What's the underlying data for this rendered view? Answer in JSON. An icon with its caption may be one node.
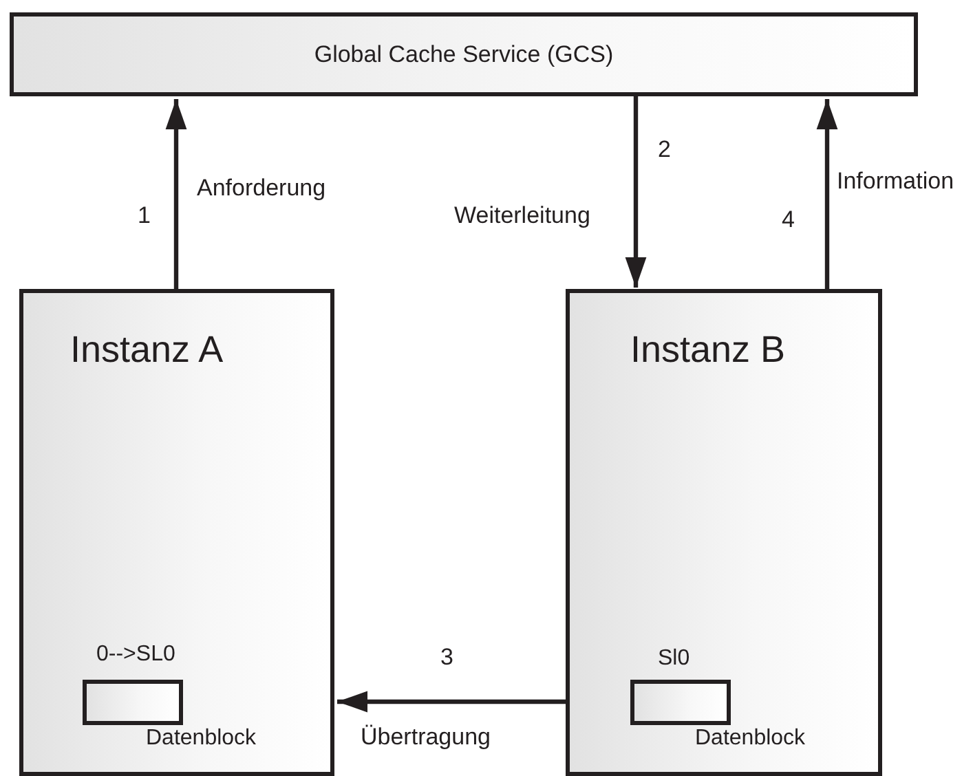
{
  "diagram": {
    "nodes": [
      {
        "text": [
          "Global Cache Service (GCS)"
        ]
      },
      {
        "text": [
          "Instanz A"
        ]
      },
      {
        "text": [
          "Instanz B"
        ]
      },
      {
        "text": [],
        "shape": "box",
        "in": 1,
        "beside": [
          "0-->SL0",
          "Datenblock"
        ]
      },
      {
        "text": [],
        "shape": "box",
        "in": 2,
        "beside": [
          "Sl0",
          "Datenblock"
        ]
      }
    ],
    "edges": [
      {
        "from": 1,
        "to": 0,
        "arrow": "to",
        "label": "Anforderung"
      },
      {
        "from": 0,
        "to": 2,
        "arrow": "to",
        "label": "Weiterleitung"
      },
      {
        "from": 2,
        "to": 0,
        "arrow": "to",
        "label": "Information"
      },
      {
        "from": 2,
        "to": 1,
        "arrow": "to",
        "label": "Übertragung"
      }
    ],
    "labels": [
      "1",
      "2",
      "4",
      "3"
    ]
  }
}
